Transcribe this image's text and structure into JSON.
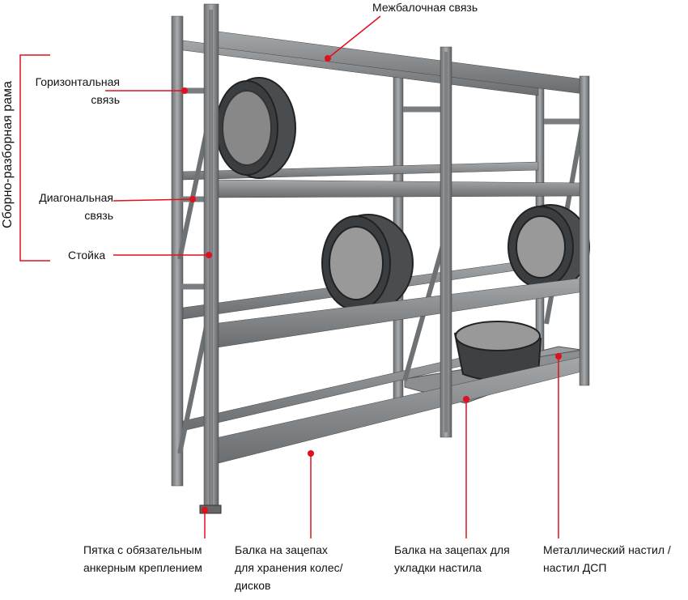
{
  "title": "Сборно-разборная рама",
  "labels": {
    "interbeam": "Межбалочная связь",
    "horizontal": "Горизонтальная\nсвязь",
    "diagonal": "Диагональная\nсвязь",
    "upright": "Стойка",
    "foot": "Пятка с обязательным\nанкерным креплением",
    "wheel_beam": "Балка на зацепах\nдля хранения  колес/\nдисков",
    "deck_beam": "Балка на зацепах для\nукладки настила",
    "deck": "Металлический настил /\nнастил ДСП"
  },
  "colors": {
    "accent": "#e0101c",
    "steel": "#8a8d8f",
    "steel_dark": "#5b5e60"
  }
}
